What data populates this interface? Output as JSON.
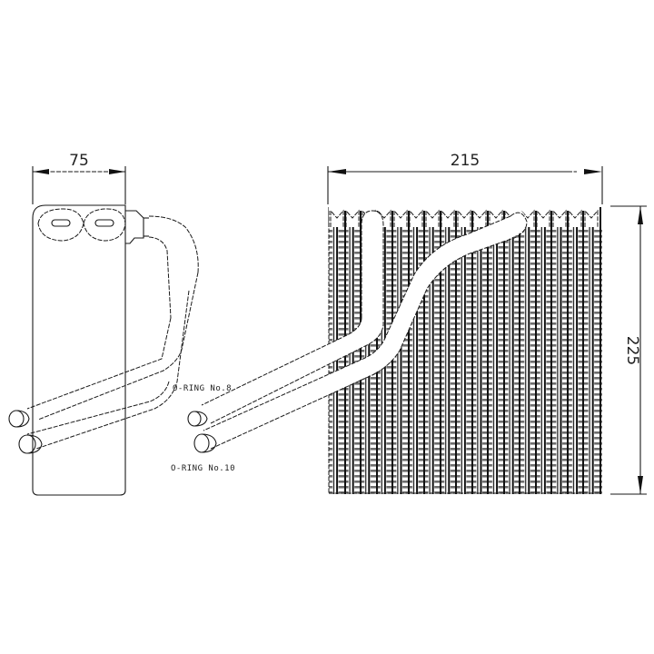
{
  "drawing": {
    "subject": "evaporator",
    "views": [
      "side-view",
      "front-view"
    ],
    "line_color": "#1a1a1a",
    "fin_color": "#6e6e6e",
    "background": "#ffffff"
  },
  "dimensions": {
    "width_side": "75",
    "width_front": "215",
    "height_front": "225"
  },
  "labels": {
    "oring_upper": "O-RING No.8",
    "oring_lower": "O-RING No.10"
  },
  "core": {
    "tube_columns": 17
  }
}
